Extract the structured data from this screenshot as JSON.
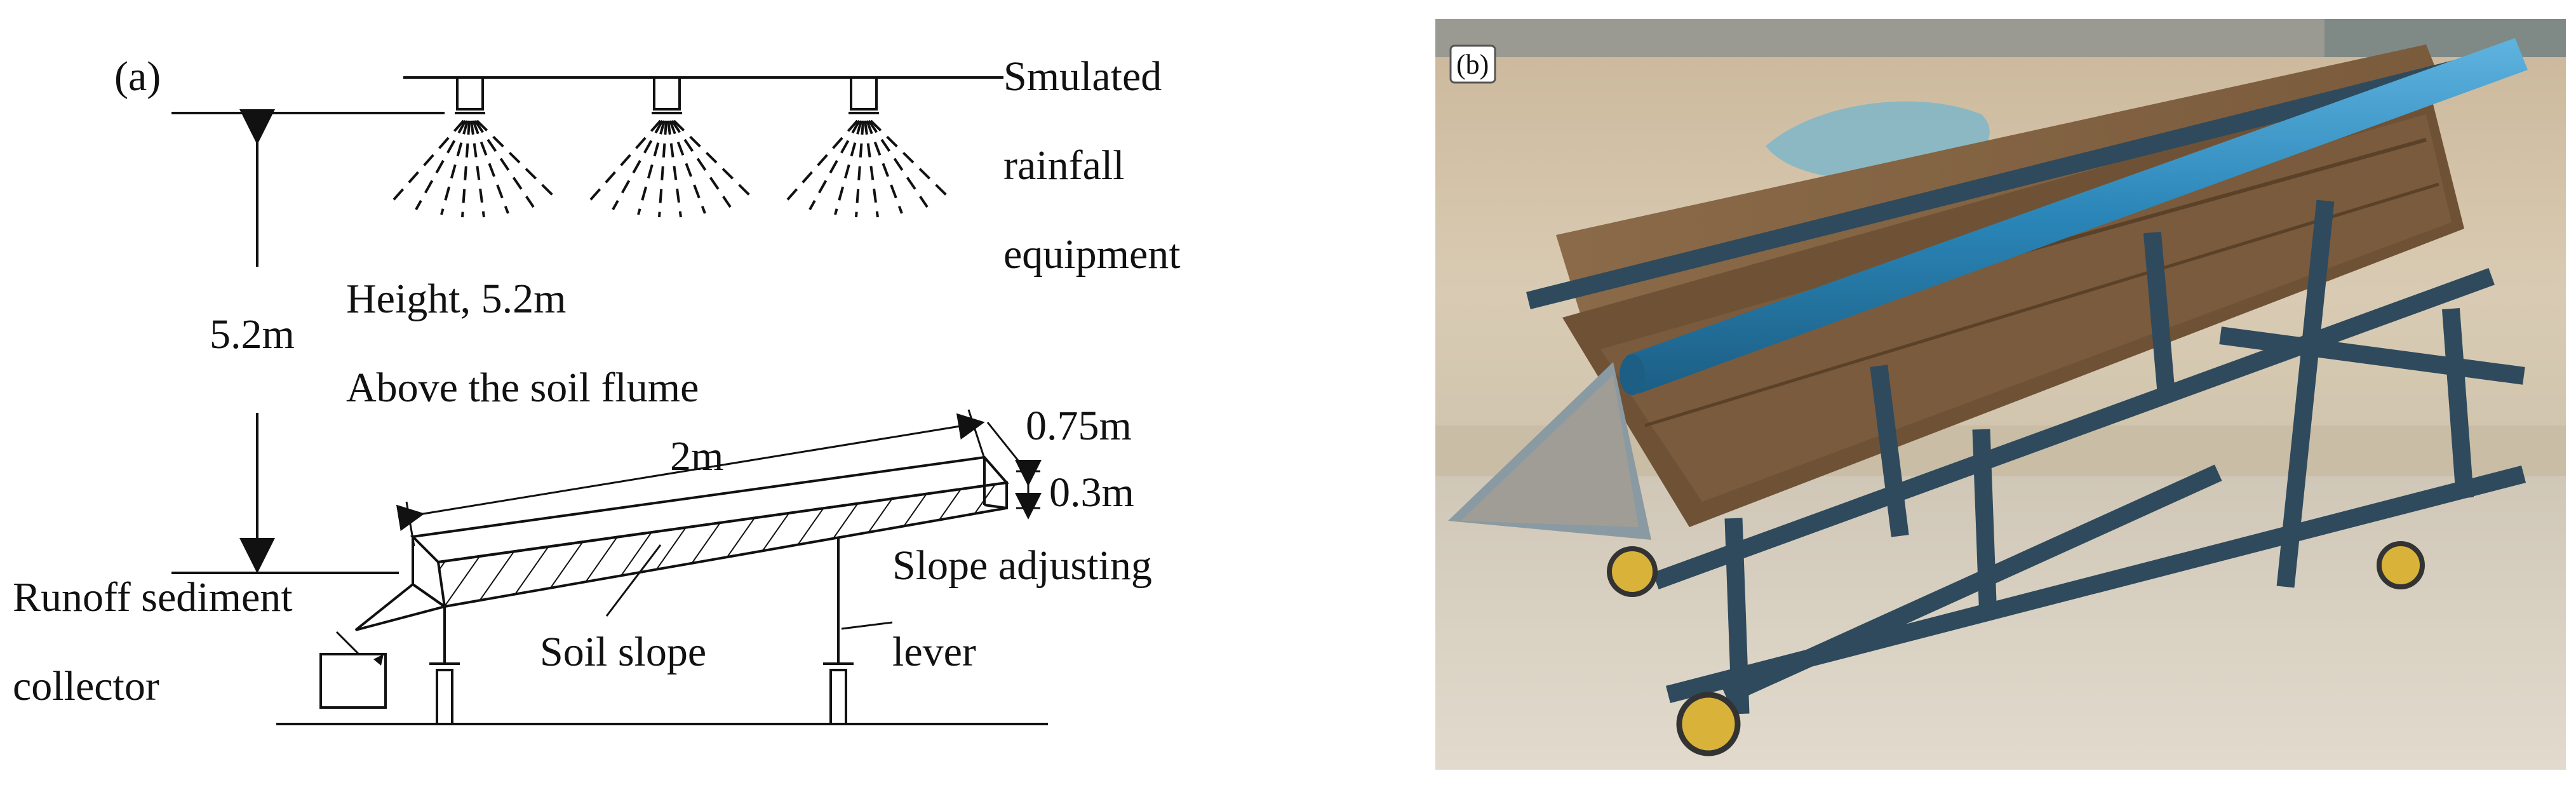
{
  "panel_a": {
    "tag": "(a)",
    "labels": {
      "equipment_line1": "Smulated",
      "equipment_line2": "rainfall",
      "equipment_line3": "equipment",
      "height_value": "5.2m",
      "height_text": "Height, 5.2m",
      "above_text": "Above the soil flume",
      "length": "2m",
      "width": "0.75m",
      "depth": "0.3m",
      "collector_line1": "Runoff sediment",
      "collector_line2": "collector",
      "soil_slope": "Soil slope",
      "lever_line1": "Slope adjusting",
      "lever_line2": "lever"
    },
    "nozzle_count": 3
  },
  "panel_b": {
    "tag": "(b)",
    "colors": {
      "frame": "#2f4a5c",
      "pipe": "#2a86b8",
      "soil": "#8a6a48",
      "wall": "#d8c8b0",
      "ground": "#d9d2c4"
    }
  }
}
